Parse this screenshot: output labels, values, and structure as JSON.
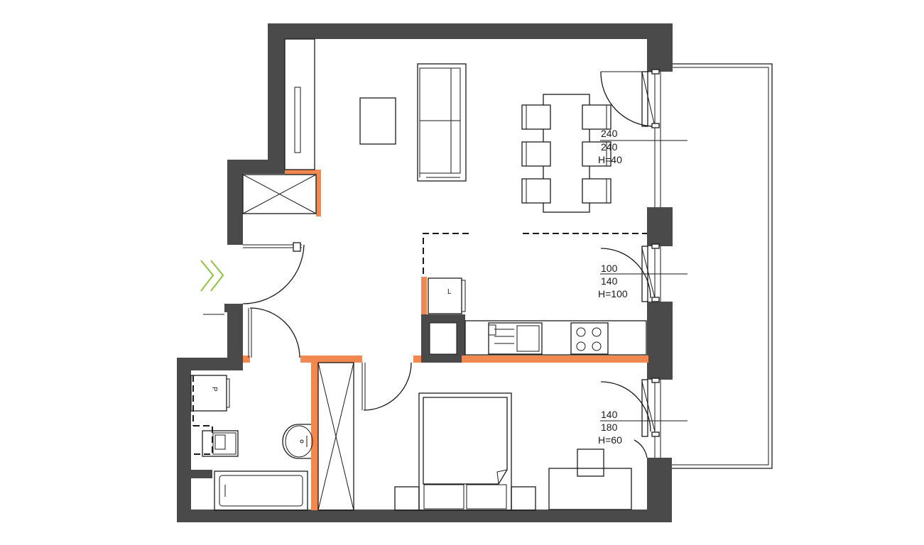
{
  "windows": [
    {
      "width": "240",
      "height": "240",
      "sill": "H=40"
    },
    {
      "width": "100",
      "height": "140",
      "sill": "H=100"
    },
    {
      "width": "140",
      "height": "180",
      "sill": "H=60"
    }
  ],
  "appliance_marks": {
    "fridge": "L",
    "washer": "P"
  },
  "colors": {
    "wall": "#4a4a4a",
    "partition": "#f0884f",
    "entrance_arrow": "#8cc63f"
  },
  "icons": [
    "entrance-arrow-icon"
  ]
}
